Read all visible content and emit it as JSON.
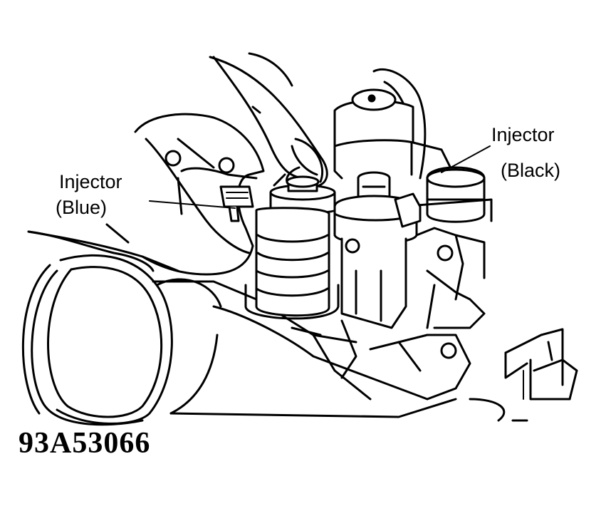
{
  "labels": {
    "injector_blue": {
      "line1": "Injector",
      "line2": "(Blue)"
    },
    "injector_black": {
      "line1": "Injector",
      "line2": "(Black)"
    }
  },
  "figure_id": "93A53066",
  "colors": {
    "ink": "#000000",
    "background": "#ffffff"
  }
}
